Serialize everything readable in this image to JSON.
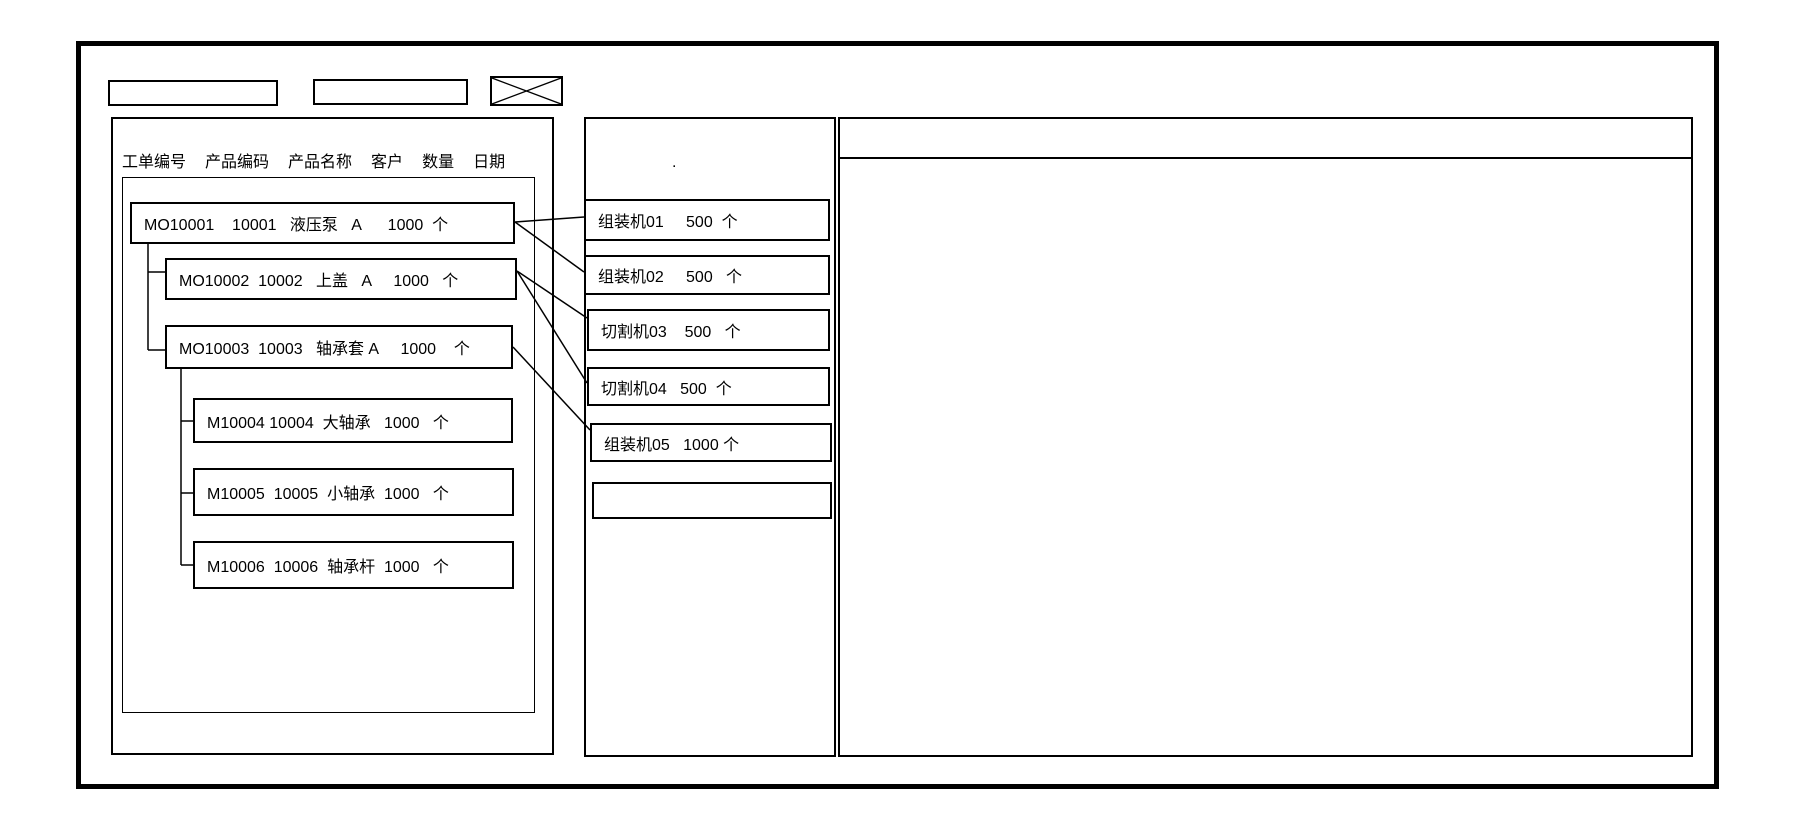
{
  "app": {
    "kind": "wireframe-mockup",
    "description": "MES work-order to machine scheduling wireframe"
  },
  "toolbar": {
    "field1_value": "",
    "field2_value": "",
    "placeholder_box": "crossed-box"
  },
  "left_panel": {
    "columns": [
      "工单编号",
      "产品编码",
      "产品名称",
      "客户",
      "数量",
      "日期"
    ],
    "orders": [
      {
        "order_no": "MO10001",
        "product_code": "10001",
        "product_name": "液压泵",
        "customer": "A",
        "qty": "1000",
        "unit": "个",
        "level": 1,
        "display": "MO10001    10001   液压泵   A      1000  个"
      },
      {
        "order_no": "MO10002",
        "product_code": "10002",
        "product_name": "上盖",
        "customer": "A",
        "qty": "1000",
        "unit": "个",
        "level": 2,
        "display": "MO10002  10002   上盖   A     1000   个"
      },
      {
        "order_no": "MO10003",
        "product_code": "10003",
        "product_name": "轴承套",
        "customer": "A",
        "qty": "1000",
        "unit": "个",
        "level": 2,
        "display": "MO10003  10003   轴承套 A     1000    个"
      },
      {
        "order_no": "M10004",
        "product_code": "10004",
        "product_name": "大轴承",
        "customer": "",
        "qty": "1000",
        "unit": "个",
        "level": 3,
        "display": "M10004 10004  大轴承   1000   个"
      },
      {
        "order_no": "M10005",
        "product_code": "10005",
        "product_name": "小轴承",
        "customer": "",
        "qty": "1000",
        "unit": "个",
        "level": 3,
        "display": "M10005  10005  小轴承  1000   个"
      },
      {
        "order_no": "M10006",
        "product_code": "10006",
        "product_name": "轴承杆",
        "customer": "",
        "qty": "1000",
        "unit": "个",
        "level": 3,
        "display": "M10006  10006  轴承杆  1000   个"
      }
    ]
  },
  "middle_panel": {
    "header_note": ".",
    "machines": [
      {
        "name": "组装机01",
        "qty": "500",
        "unit": "个",
        "display": "组装机01     500  个"
      },
      {
        "name": "组装机02",
        "qty": "500",
        "unit": "个",
        "display": "组装机02     500   个"
      },
      {
        "name": "切割机03",
        "qty": "500",
        "unit": "个",
        "display": "切割机03    500   个"
      },
      {
        "name": "切割机04",
        "qty": "500",
        "unit": "个",
        "display": "切割机04   500  个"
      },
      {
        "name": "组装机05",
        "qty": "1000",
        "unit": "个",
        "display": "组装机05   1000 个"
      },
      {
        "name": "",
        "qty": "",
        "unit": "",
        "display": ""
      }
    ]
  },
  "right_panel": {
    "header": "",
    "content": ""
  },
  "connections": [
    {
      "from": "MO10001",
      "to": "组装机01"
    },
    {
      "from": "MO10001",
      "to": "组装机02"
    },
    {
      "from": "MO10002",
      "to": "切割机03"
    },
    {
      "from": "MO10002",
      "to": "切割机04"
    },
    {
      "from": "MO10003",
      "to": "组装机05"
    }
  ],
  "colors": {
    "stroke": "#000000",
    "background": "#ffffff"
  }
}
